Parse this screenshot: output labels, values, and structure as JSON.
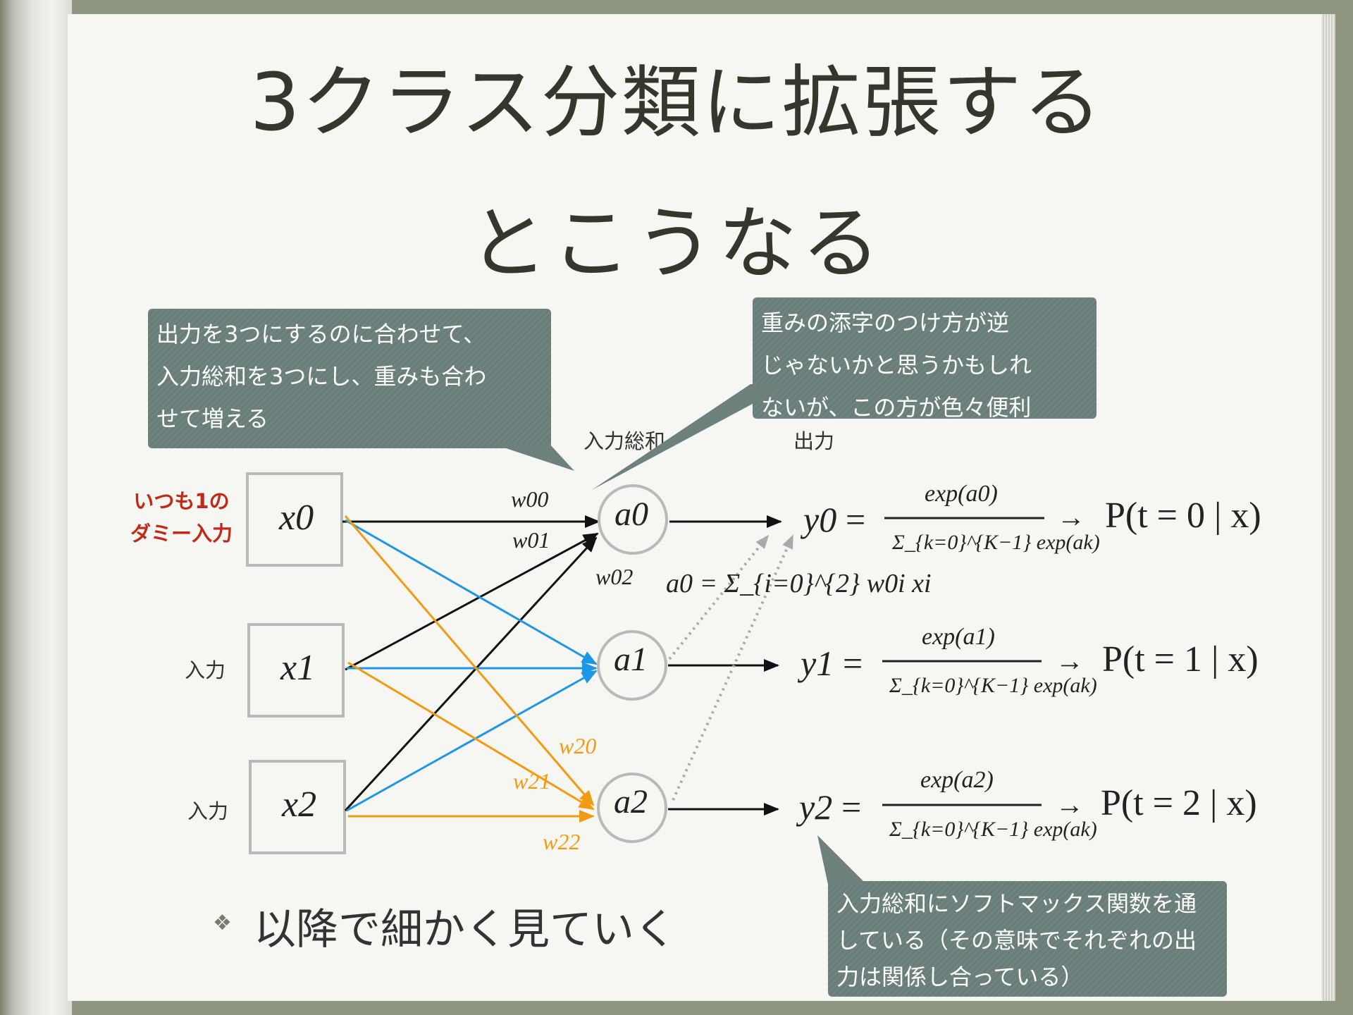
{
  "slide": {
    "title_line1": "3クラス分類に拡張する",
    "title_line2": "とこうなる",
    "bullet": "以降で細かく見ていく",
    "bullet_icon": "diamond-bullet-icon"
  },
  "callouts": {
    "top_left": [
      "出力を3つにするのに合わせて、",
      "入力総和を3つにし、重みも合わ",
      "せて増える"
    ],
    "top_right": [
      "重みの添字のつけ方が逆",
      "じゃないかと思うかもしれ",
      "ないが、この方が色々便利"
    ],
    "bottom_right": [
      "入力総和にソフトマックス関数を通",
      "している（その意味でそれぞれの出",
      "力は関係し合っている）"
    ]
  },
  "headers": {
    "input_sum": "入力総和",
    "output": "出力"
  },
  "input_labels": {
    "dummy": [
      "いつも1の",
      "ダミー入力"
    ],
    "x1": "入力",
    "x2": "入力"
  },
  "inputs": [
    "x0",
    "x1",
    "x2"
  ],
  "sums": [
    "a0",
    "a1",
    "a2"
  ],
  "weights": {
    "w00": "w00",
    "w01": "w01",
    "w02": "w02",
    "w20": "w20",
    "w21": "w21",
    "w22": "w22"
  },
  "equation_a0": "a0 = Σ_{i=0}^{2} w0i xi",
  "outputs": [
    {
      "y": "y0",
      "numerator": "exp(a0)",
      "denominator": "Σ_{k=0}^{K−1} exp(ak)",
      "prob": "P(t = 0 | x)"
    },
    {
      "y": "y1",
      "numerator": "exp(a1)",
      "denominator": "Σ_{k=0}^{K−1} exp(ak)",
      "prob": "P(t = 1 | x)"
    },
    {
      "y": "y2",
      "numerator": "exp(a2)",
      "denominator": "Σ_{k=0}^{K−1} exp(ak)",
      "prob": "P(t = 2 | x)"
    }
  ],
  "colors": {
    "black_edge": "#111111",
    "blue_edge": "#1e96e6",
    "orange_edge": "#f29a12",
    "dummy_label": "#c02a16",
    "callout_bg": "#6c807c"
  }
}
